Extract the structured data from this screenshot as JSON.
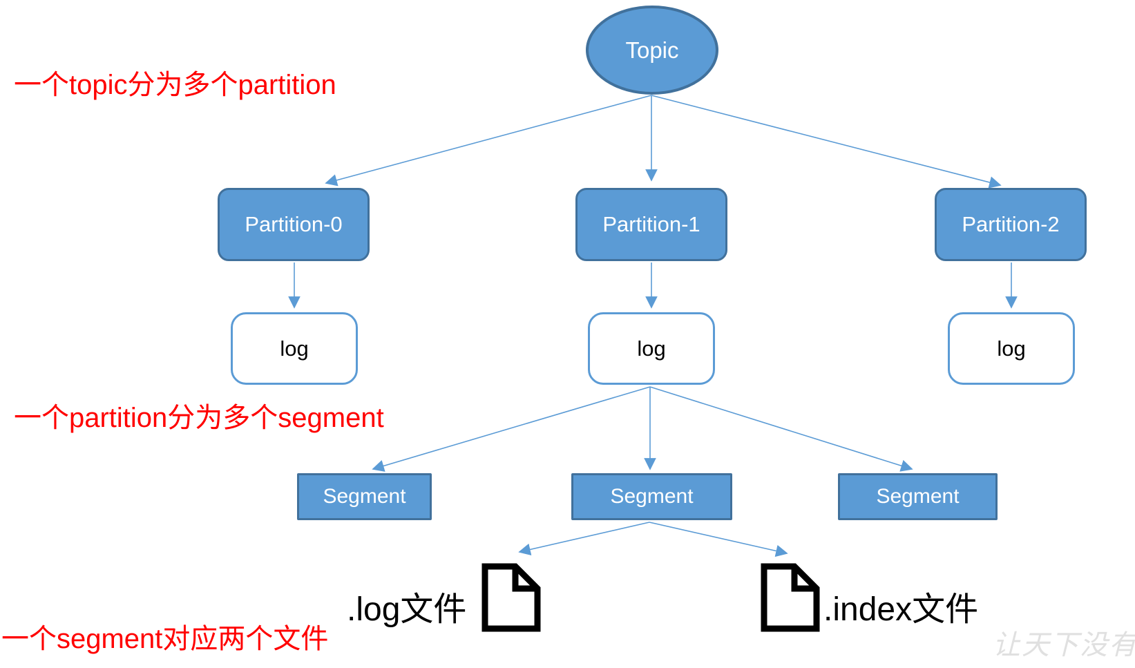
{
  "diagram": {
    "topic": {
      "label": "Topic"
    },
    "partitions": [
      {
        "label": "Partition-0"
      },
      {
        "label": "Partition-1"
      },
      {
        "label": "Partition-2"
      }
    ],
    "logs": [
      {
        "label": "log"
      },
      {
        "label": "log"
      },
      {
        "label": "log"
      }
    ],
    "segments": [
      {
        "label": "Segment"
      },
      {
        "label": "Segment"
      },
      {
        "label": "Segment"
      }
    ],
    "files": [
      {
        "label": ".log文件",
        "icon": "document-icon"
      },
      {
        "label": ".index文件",
        "icon": "document-icon"
      }
    ]
  },
  "annotations": {
    "topic_note": "一个topic分为多个partition",
    "partition_note": "一个partition分为多个segment",
    "segment_note": "一个segment对应两个文件"
  },
  "watermark": {
    "text": "让天下没有"
  },
  "colors": {
    "node_fill": "#5B9BD5",
    "node_border": "#41719C",
    "connector_blue": "#5B9BD5",
    "annotation_red": "#FF0000",
    "file_icon_black": "#000000",
    "watermark_gray": "#E0E0E0"
  }
}
